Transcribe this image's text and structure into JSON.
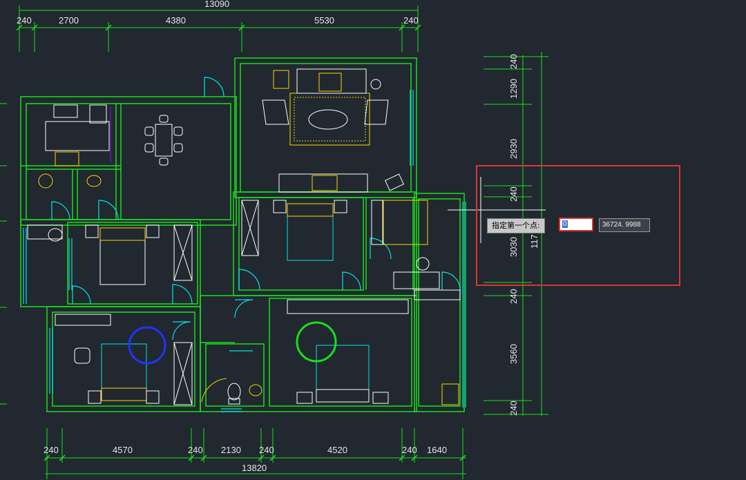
{
  "drawing": {
    "top_overall": "13090",
    "top_dims": [
      "240",
      "2700",
      "4380",
      "5530",
      "240"
    ],
    "bottom_dims": [
      "240",
      "4570",
      "240",
      "2130",
      "240",
      "4520",
      "240",
      "1640"
    ],
    "bottom_overall": "13820",
    "right_dims": [
      "240",
      "1290",
      "2930",
      "240",
      "3030",
      "240",
      "3560",
      "240"
    ],
    "cursor_partial": "117"
  },
  "command": {
    "prompt_label": "指定第一个点:",
    "input_value": "0",
    "coordinate": "36724. 9988"
  },
  "colors": {
    "background": "#212830",
    "wall": "#19e019",
    "dimension": "#19e019",
    "furniture": "#ffffff",
    "accent": "#ffd400",
    "cyan": "#00e5e5",
    "highlight": "#e03333"
  }
}
